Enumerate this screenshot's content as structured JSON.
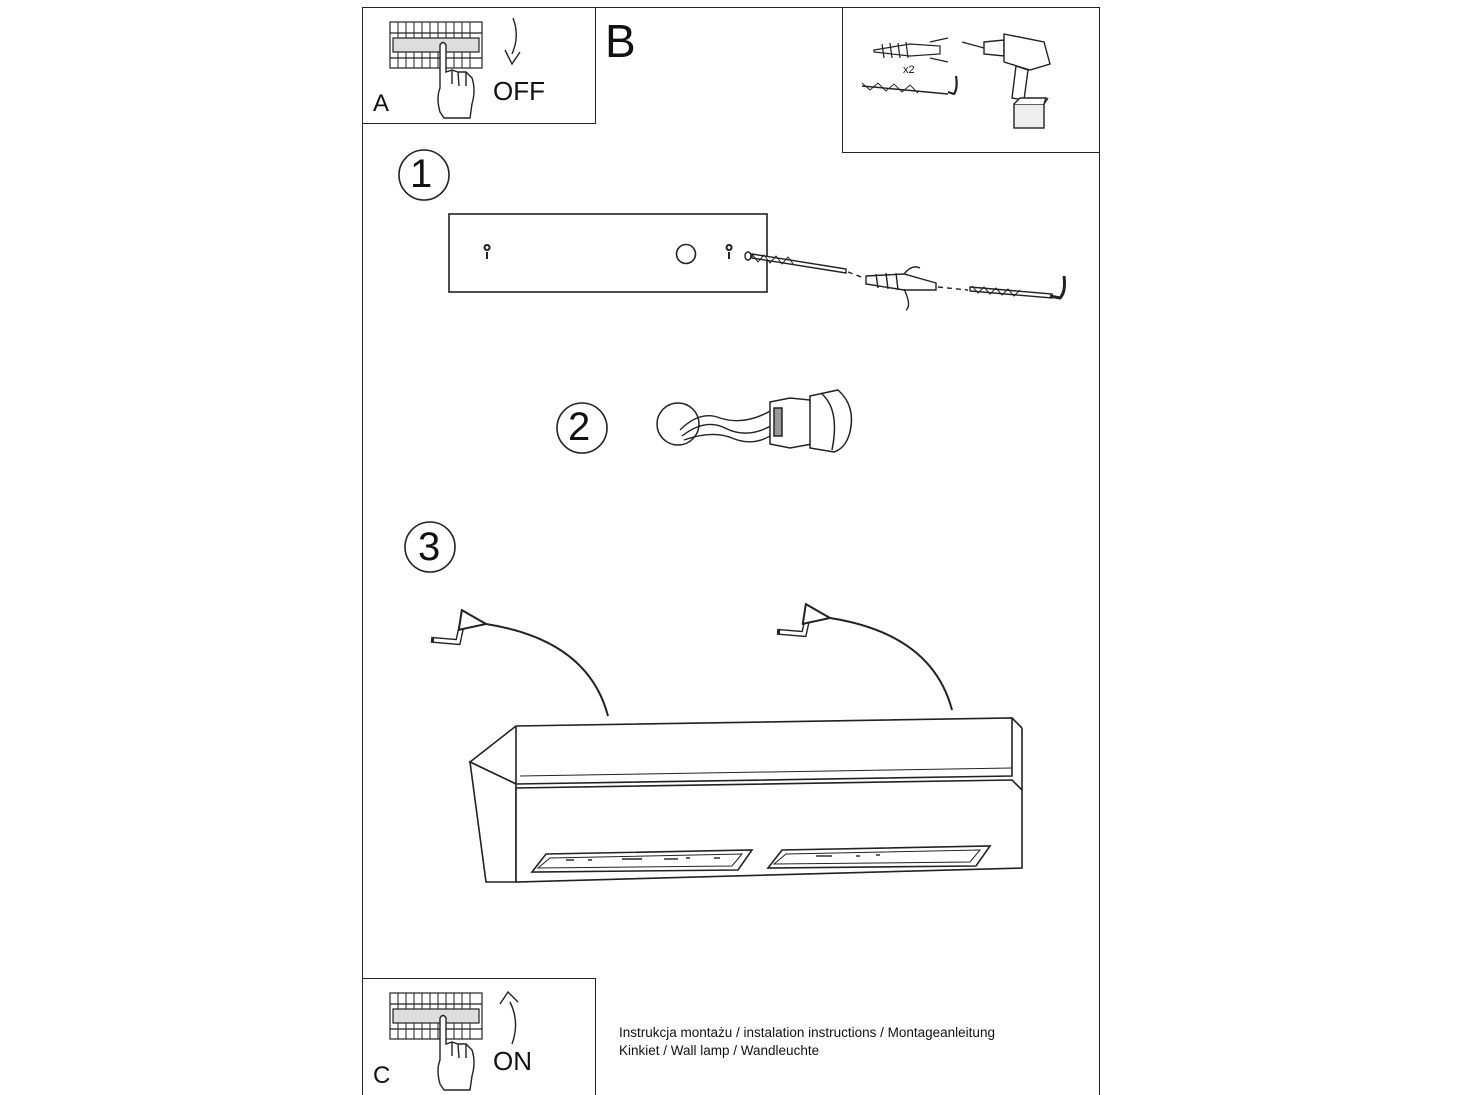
{
  "panels": {
    "a": {
      "letter": "A",
      "action": "OFF"
    },
    "b": {
      "letter": "B"
    },
    "tools": {
      "anchor_count": "x2"
    },
    "c": {
      "letter": "C",
      "action": "ON"
    }
  },
  "steps": [
    "1",
    "2",
    "3"
  ],
  "footer": {
    "line1": "Instrukcja montażu / instalation instructions / Montageanleitung",
    "line2": "Kinkiet / Wall lamp / Wandleuchte"
  },
  "colors": {
    "ink": "#222222",
    "paper": "#ffffff"
  }
}
